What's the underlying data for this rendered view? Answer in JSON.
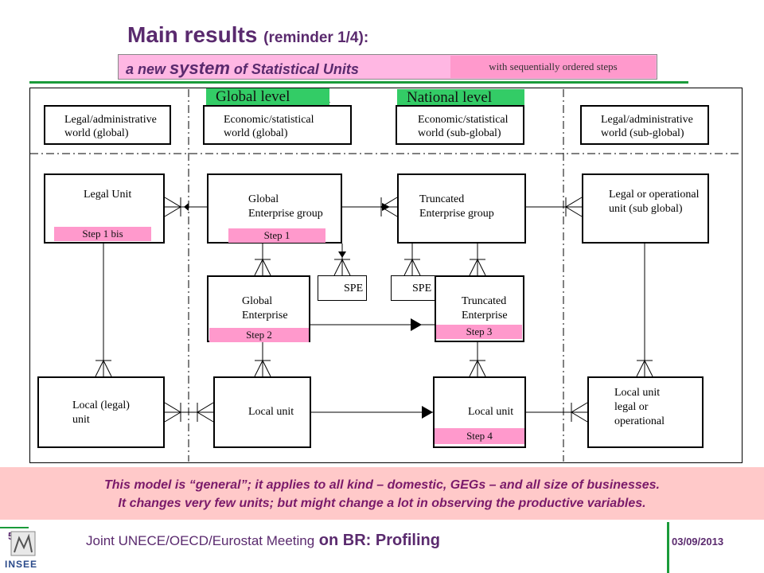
{
  "title": {
    "main": "Main results",
    "sub": "(reminder 1/4):"
  },
  "subtitle": {
    "pre": "a new",
    "big": "system",
    "post": "of Statistical Units",
    "tag": "with sequentially ordered steps"
  },
  "levels": {
    "global": "Global level",
    "national": "National level"
  },
  "worlds": [
    {
      "line1": "Legal/administrative",
      "line2": "world (global)"
    },
    {
      "line1": "Economic/statistical",
      "line2": "world (global)"
    },
    {
      "line1": "Economic/statistical",
      "line2": "world (sub-global)"
    },
    {
      "line1": "Legal/administrative",
      "line2": "world (sub-global)"
    }
  ],
  "units": {
    "legal_unit": {
      "line1": "Legal Unit",
      "step": "Step 1 bis"
    },
    "global_eg": {
      "line1": "Global",
      "line2": "Enterprise group",
      "step": "Step 1"
    },
    "truncated_eg": {
      "line1": "Truncated",
      "line2": "Enterprise group"
    },
    "legal_op": {
      "line1": "Legal or operational",
      "line2": "unit (sub global)"
    },
    "spe1": "SPE",
    "spe2": "SPE",
    "global_ent": {
      "line1": "Global",
      "line2": "Enterprise",
      "step": "Step 2"
    },
    "truncated_ent": {
      "line1": "Truncated",
      "line2": "Enterprise",
      "step": "Step 3"
    },
    "local_legal": {
      "line1": "Local (legal)",
      "line2": "unit"
    },
    "local_unit1": {
      "line1": "Local unit"
    },
    "local_unit2": {
      "line1": "Local unit",
      "step": "Step 4"
    },
    "local_legal_op": {
      "line1": "Local unit",
      "line2": "legal or",
      "line3": "operational"
    }
  },
  "notice": {
    "line1": "This model is “general”; it applies to all kind – domestic, GEGs – and all size of businesses.",
    "line2": "It changes very few units; but might change a lot in observing the productive variables."
  },
  "footer": {
    "pre": "Joint UNECE/OECD/Eurostat Meeting",
    "mid": "on BR: Profiling",
    "date": "03/09/2013",
    "page": "5",
    "logo": "INSEE"
  },
  "colors": {
    "accent": "#5a2a6e",
    "green": "#1a9b3a",
    "pink": "#ff99cc"
  }
}
